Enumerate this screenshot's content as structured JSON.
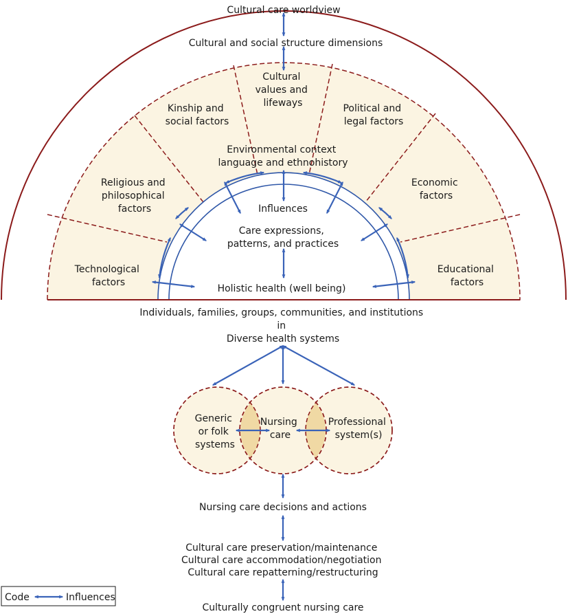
{
  "title": "Cultural care worldview",
  "structure_heading": "Cultural and social structure dimensions",
  "factors": {
    "cultural_values": [
      "Cultural",
      "values and",
      "lifeways"
    ],
    "kinship": [
      "Kinship and",
      "social factors"
    ],
    "political": [
      "Political and",
      "legal factors"
    ],
    "religious": [
      "Religious and",
      "philosophical",
      "factors"
    ],
    "economic": [
      "Economic",
      "factors"
    ],
    "technological": [
      "Technological",
      "factors"
    ],
    "educational": [
      "Educational",
      "factors"
    ]
  },
  "environmental": [
    "Environmental context",
    "language and ethnohistory"
  ],
  "influences": "Influences",
  "care_expressions": [
    "Care expressions,",
    "patterns, and practices"
  ],
  "holistic_health": "Holistic health (well being)",
  "individuals": [
    "Individuals, families, groups, communities, and institutions",
    "in",
    "Diverse health systems"
  ],
  "systems": {
    "generic": [
      "Generic",
      "or folk",
      "systems"
    ],
    "nursing": [
      "Nursing",
      "care"
    ],
    "professional": [
      "Professional",
      "system(s)"
    ]
  },
  "decisions": "Nursing care decisions and actions",
  "preservation": [
    "Cultural care preservation/maintenance",
    "Cultural care accommodation/negotiation",
    "Cultural care repatterning/restructuring"
  ],
  "outcome": "Culturally congruent nursing care",
  "legend": {
    "code": "Code",
    "influences": "Influences"
  },
  "colors": {
    "line": "#8b1a1a",
    "arrow": "#3a63b8",
    "band_fill": "#fbf4e2",
    "overlap_fill": "#f0d9a4"
  }
}
